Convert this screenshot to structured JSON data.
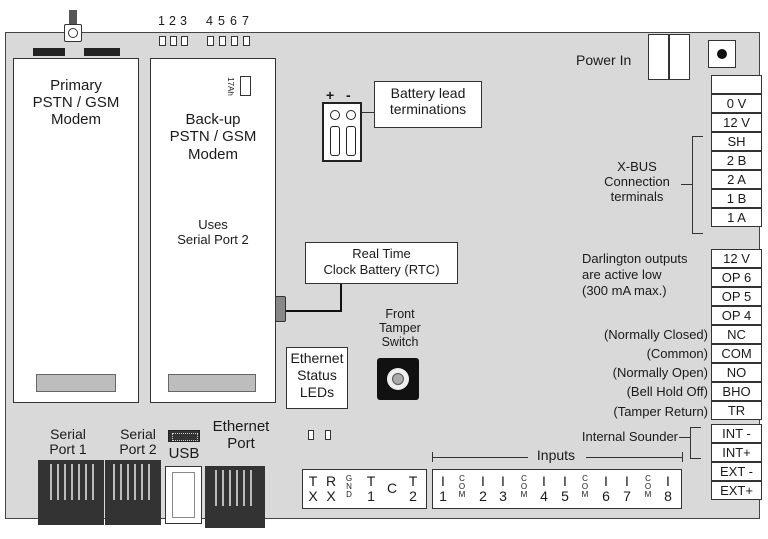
{
  "led_numbers": [
    "1",
    "2",
    "3",
    "4",
    "5",
    "6",
    "7"
  ],
  "primary_modem": [
    "Primary",
    "PSTN / GSM",
    "Modem"
  ],
  "backup_modem": [
    "Back-up",
    "PSTN / GSM",
    "Modem"
  ],
  "uses_serial": [
    "Uses",
    "Serial Port 2"
  ],
  "jumper_label": "17Ah",
  "battery_polarity": [
    "+",
    "-"
  ],
  "battery_lead": [
    "Battery lead",
    "terminations"
  ],
  "rtc": [
    "Real Time",
    "Clock Battery (RTC)"
  ],
  "front_tamper": [
    "Front",
    "Tamper",
    "Switch"
  ],
  "ethernet_status": [
    "Ethernet",
    "Status",
    "LEDs"
  ],
  "power_in": "Power In",
  "xbus_label": [
    "X-BUS",
    "Connection",
    "terminals"
  ],
  "xbus_terminals": [
    "0 V",
    "12 V",
    "SH",
    "2 B",
    "2 A",
    "1 B",
    "1 A"
  ],
  "darlington_label": [
    "Darlington outputs",
    "are active low",
    "(300 mA max.)"
  ],
  "output_terminals": [
    "12 V",
    "OP 6",
    "OP 5",
    "OP 4"
  ],
  "relay_labels": [
    "(Normally Closed)",
    "(Common)",
    "(Normally Open)",
    "(Bell Hold Off)",
    "(Tamper Return)"
  ],
  "relay_terminals": [
    "NC",
    "COM",
    "NO",
    "BHO",
    "TR"
  ],
  "internal_sounder": "Internal Sounder",
  "sounder_terminals": [
    "INT -",
    "INT+",
    "EXT -",
    "EXT+"
  ],
  "inputs_label": "Inputs",
  "left_terminals": [
    {
      "top": "T",
      "bottom": "X"
    },
    {
      "top": "R",
      "bottom": "X"
    },
    {
      "vertical": "GND"
    },
    {
      "top": "T",
      "bottom": "1"
    },
    {
      "single": "C"
    },
    {
      "top": "T",
      "bottom": "2"
    }
  ],
  "input_terminals": [
    {
      "top": "I",
      "bottom": "1"
    },
    {
      "vertical": "COM"
    },
    {
      "top": "I",
      "bottom": "2"
    },
    {
      "top": "I",
      "bottom": "3"
    },
    {
      "vertical": "COM"
    },
    {
      "top": "I",
      "bottom": "4"
    },
    {
      "top": "I",
      "bottom": "5"
    },
    {
      "vertical": "COM"
    },
    {
      "top": "I",
      "bottom": "6"
    },
    {
      "top": "I",
      "bottom": "7"
    },
    {
      "vertical": "COM"
    },
    {
      "top": "I",
      "bottom": "8"
    }
  ],
  "serial_port_1": [
    "Serial",
    "Port 1"
  ],
  "serial_port_2": [
    "Serial",
    "Port 2"
  ],
  "usb": "USB",
  "ethernet_port": [
    "Ethernet",
    "Port"
  ]
}
